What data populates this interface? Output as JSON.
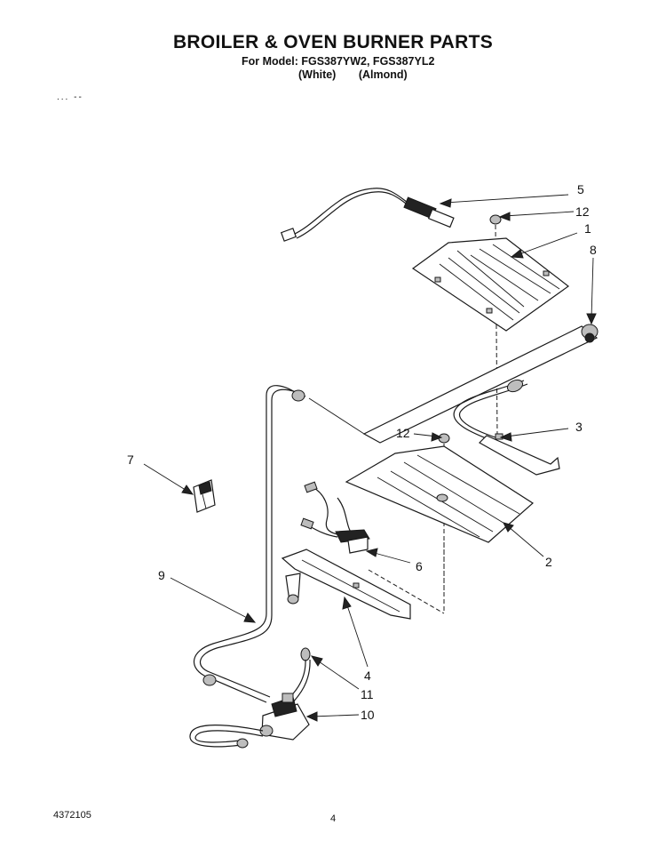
{
  "header": {
    "title": "BROILER & OVEN BURNER PARTS",
    "model_line": "For Model: FGS387YW2, FGS387YL2",
    "variant_white": "(White)",
    "variant_almond": "(Almond)",
    "marks": "...    --"
  },
  "callouts": {
    "c5": "5",
    "c12a": "12",
    "c1": "1",
    "c8": "8",
    "c3": "3",
    "c12b": "12",
    "c7": "7",
    "c2": "2",
    "c6": "6",
    "c9": "9",
    "c4": "4",
    "c11": "11",
    "c10": "10"
  },
  "footer": {
    "doc_number": "4372105",
    "page": "4"
  }
}
